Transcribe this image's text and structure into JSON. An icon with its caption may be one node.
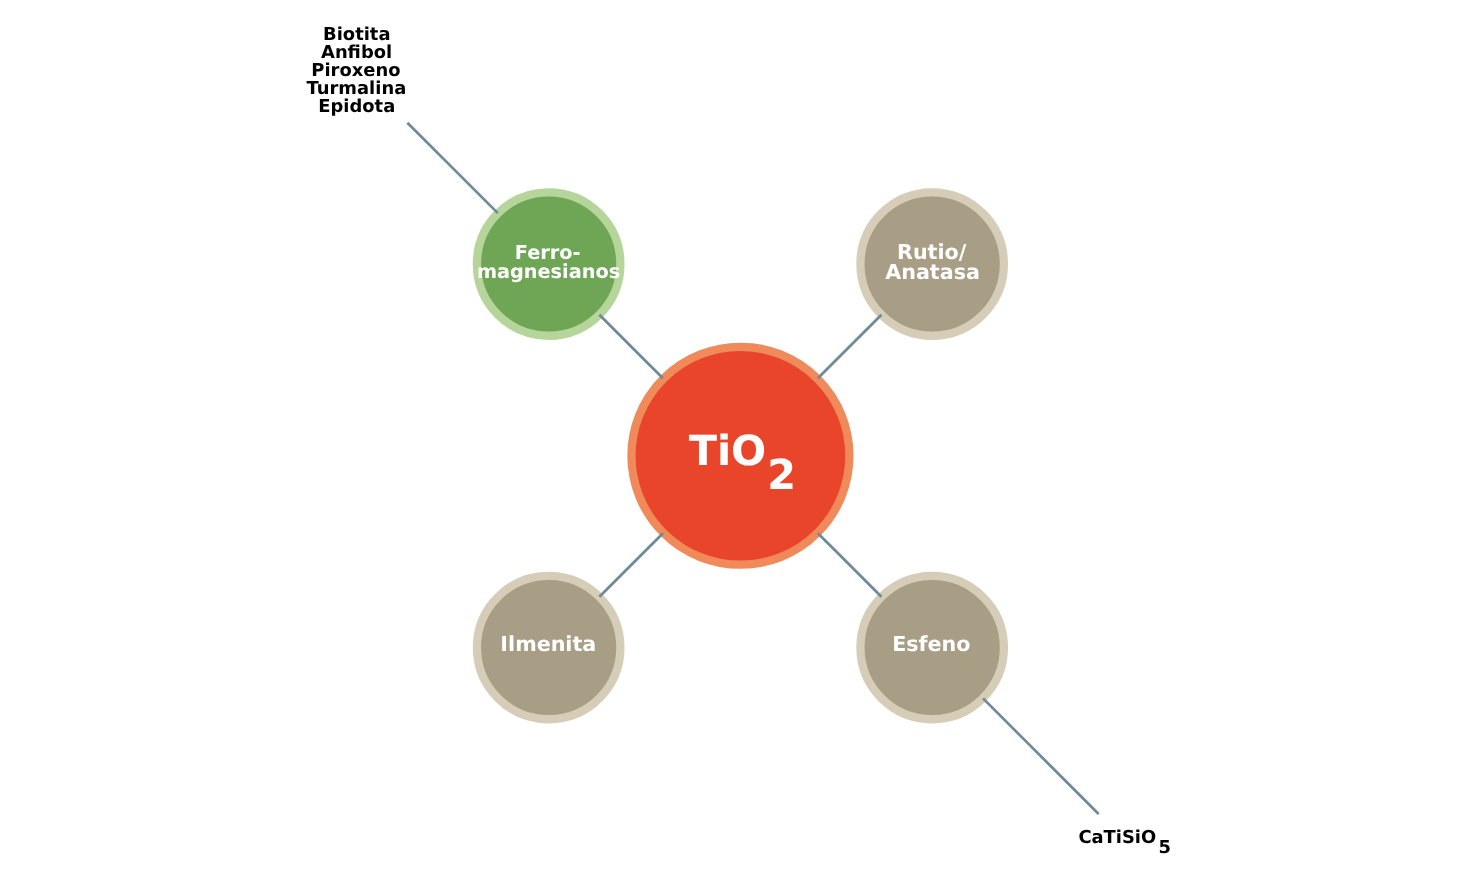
{
  "diagram": {
    "nodes": [
      {
        "text": [
          "TiO$_{2}$"
        ]
      },
      {
        "text": [
          "Rutio/ Anatasa"
        ]
      },
      {
        "text": [
          "Ferro- magnesianos"
        ]
      },
      {
        "text": [
          "Ilmenita"
        ]
      },
      {
        "text": [
          "Esfeno"
        ]
      },
      {
        "text": [
          "Biotita",
          "Anfibol",
          "Piroxeno",
          "Turmalina",
          "Epidota"
        ]
      },
      {
        "text": [
          "CaTiSiO$_{5}$"
        ]
      }
    ],
    "edges": [
      {
        "from": 0,
        "to": 1,
        "arrow": "none"
      },
      {
        "from": 0,
        "to": 2,
        "arrow": "none"
      },
      {
        "from": 0,
        "to": 3,
        "arrow": "none"
      },
      {
        "from": 0,
        "to": 4,
        "arrow": "none"
      },
      {
        "from": 2,
        "to": 5,
        "arrow": "none"
      },
      {
        "from": 4,
        "to": 6,
        "arrow": "none"
      }
    ]
  }
}
